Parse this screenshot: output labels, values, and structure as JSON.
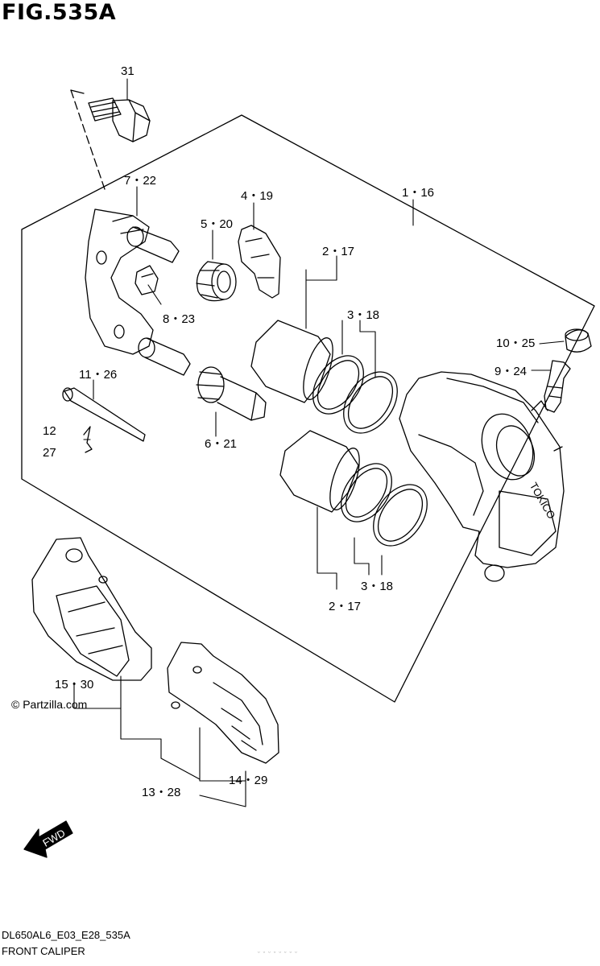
{
  "figure": {
    "title": "FIG.535A",
    "code": "DL650AL6_E03_E28_535A",
    "name": "FRONT CALIPER",
    "watermark": "© Partzilla.com",
    "fwd_label": "FWD",
    "caliper_brand": "TOKICO",
    "footer_faint": "ᵕ ᵕ ᵕ ᵕ ᵕ ᵕ ᵕ ᵕ"
  },
  "callouts": {
    "c31": "31",
    "c7_22": "7・22",
    "c5_20": "5・20",
    "c4_19": "4・19",
    "c1_16": "1・16",
    "c2_17_top": "2・17",
    "c3_18_top": "3・18",
    "c8_23": "8・23",
    "c10_25": "10・25",
    "c9_24": "9・24",
    "c11_26": "11・26",
    "c12": "12",
    "c27": "27",
    "c6_21": "6・21",
    "c3_18_bot": "3・18",
    "c2_17_bot": "2・17",
    "c15_30": "15・30",
    "c13_28": "13・28",
    "c14_29": "14・29"
  }
}
